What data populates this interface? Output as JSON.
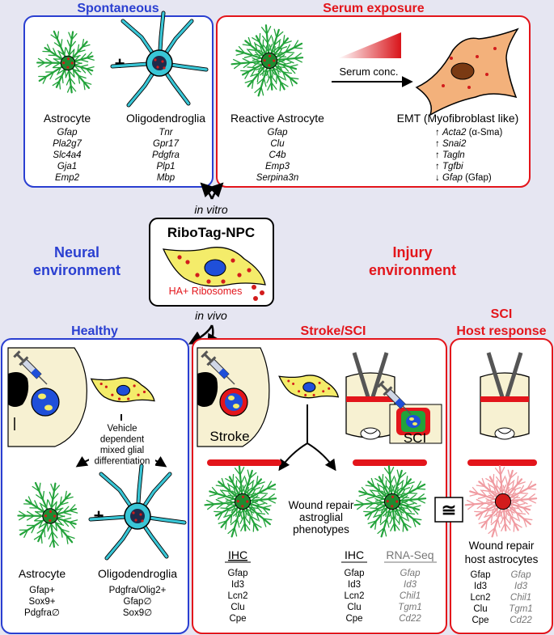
{
  "colors": {
    "background": "#e6e6f2",
    "blue": "#2a3fd1",
    "red": "#e3151b",
    "astro": "#22a33a",
    "oligo": "#39c6d6",
    "ec": "#f3b17b",
    "dot": "#d21c1c",
    "npc": "#f4ec6a",
    "nucleus": "#1f4fd9"
  },
  "top": {
    "spontaneous_title": "Spontaneous",
    "serum_title": "Serum exposure",
    "astrocyte_label": "Astrocyte",
    "astrocyte_genes": [
      "Gfap",
      "Pla2g7",
      "Slc4a4",
      "Gja1",
      "Emp2"
    ],
    "plus": "+",
    "oligo_label": "Oligodendroglia",
    "oligo_genes": [
      "Tnr",
      "Gpr17",
      "Pdgfra",
      "Plp1",
      "Mbp"
    ],
    "reactive_label": "Reactive Astrocyte",
    "reactive_genes": [
      "Gfap",
      "Clu",
      "C4b",
      "Emp3",
      "Serpina3n"
    ],
    "serum_conc": "Serum conc.",
    "emt_label": "EMT (Myofibroblast like)",
    "emt_genes": [
      {
        "arrow": "↑",
        "gene": "Acta2",
        "note": "(α-Sma)"
      },
      {
        "arrow": "↑",
        "gene": "Snai2",
        "note": ""
      },
      {
        "arrow": "↑",
        "gene": "Tagln",
        "note": ""
      },
      {
        "arrow": "↑",
        "gene": "Tgfbi",
        "note": ""
      },
      {
        "arrow": "↓",
        "gene": "Gfap",
        "note": "(Gfap)"
      }
    ]
  },
  "middle": {
    "in_vitro": "in vitro",
    "ribotag_title": "RiboTag-NPC",
    "ha_label": "HA+ Ribosomes",
    "in_vivo": "in vivo",
    "neural_env_1": "Neural",
    "neural_env_2": "environment",
    "injury_env_1": "Injury",
    "injury_env_2": "environment"
  },
  "healthy": {
    "title": "Healthy",
    "vehicle_text": [
      "Vehicle",
      "dependent",
      "mixed glial",
      "differentiation"
    ],
    "plus": "+",
    "astrocyte_label": "Astrocyte",
    "astrocyte_markers": [
      "Gfap+",
      "Sox9+",
      "Pdgfra∅"
    ],
    "oligo_label": "Oligodendroglia",
    "oligo_markers": [
      "Pdgfra/Olig2+",
      "Gfap∅",
      "Sox9∅"
    ]
  },
  "stroke": {
    "title": "Stroke/SCI",
    "stroke_label": "Stroke",
    "sci_label": "SCI",
    "wound_text": [
      "Wound repair",
      "astroglial",
      "phenotypes"
    ],
    "ihc_left": "IHC",
    "ihc_right": "IHC",
    "rnaseq": "RNA-Seq",
    "ihc_markers": [
      "Gfap",
      "Id3",
      "Lcn2",
      "Clu",
      "Cpe"
    ],
    "rna_genes": [
      "Gfap",
      "Id3",
      "Chil1",
      "Tgm1",
      "Cd22"
    ]
  },
  "host": {
    "title_1": "SCI",
    "title_2": "Host response",
    "approx": "≅",
    "wound_text": [
      "Wound repair",
      "host astrocytes"
    ],
    "ihc_markers": [
      "Gfap",
      "Id3",
      "Lcn2",
      "Clu",
      "Cpe"
    ],
    "rna_genes": [
      "Gfap",
      "Id3",
      "Chil1",
      "Tgm1",
      "Cd22"
    ]
  }
}
